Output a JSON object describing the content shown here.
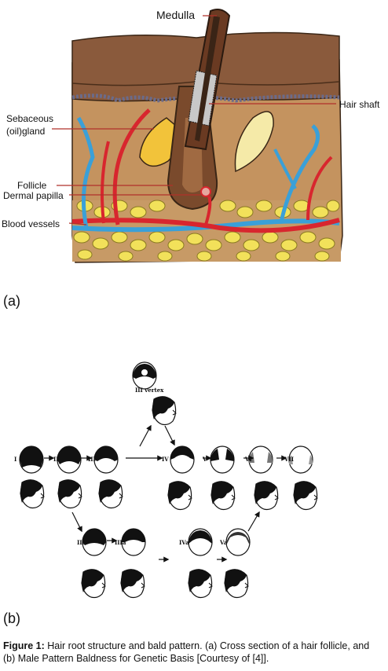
{
  "figure_a": {
    "tag": "(a)",
    "labels": {
      "medulla": "Medulla",
      "hair_shaft": "Hair shaft",
      "sebaceous_line1": "Sebaceous",
      "sebaceous_line2": "(oil)gland",
      "follicle": "Follicle",
      "dermal_papilla": "Dermal papilla",
      "blood_vessels": "Blood vessels"
    },
    "colors": {
      "skin_top": "#8a5a3c",
      "dermis": "#b98a5e",
      "fat": "#f2e15a",
      "artery": "#d8262e",
      "vein": "#3aa0d8",
      "gland": "#f2c33a"
    }
  },
  "figure_b": {
    "tag": "(b)",
    "stages": {
      "s1": "I",
      "s2": "II",
      "s3": "III",
      "s3v": "III vertex",
      "s4": "IV",
      "s5": "V",
      "s6": "VI",
      "s7": "VII",
      "s2a": "IIa",
      "s3a": "IIIa",
      "s4a": "IVa",
      "s5a": "Va"
    }
  },
  "caption": {
    "prefix": "Figure 1:",
    "text": " Hair root structure and bald pattern. (a) Cross section of a hair follicle, and (b) Male Pattern Baldness for Genetic Basis [Courtesy of [4]]."
  }
}
